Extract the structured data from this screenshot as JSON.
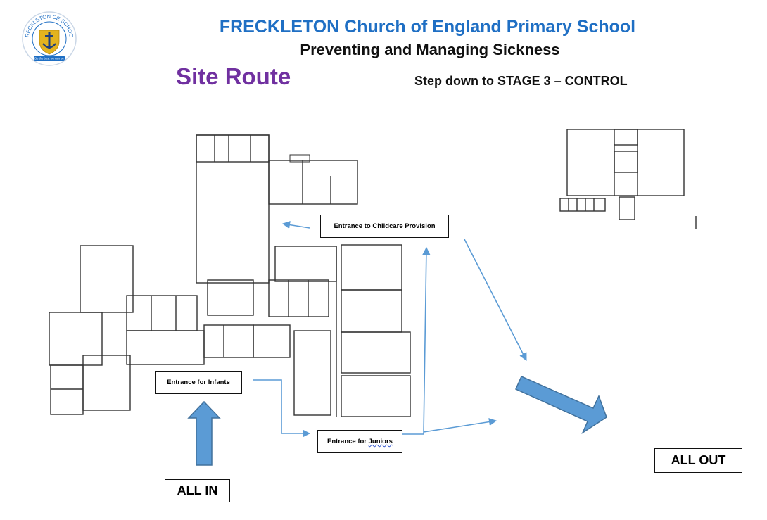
{
  "header": {
    "school_name": "FRECKLETON Church of England Primary School",
    "subtitle": "Preventing and Managing Sickness",
    "page_heading": "Site Route",
    "stage": "Step down to STAGE 3 – CONTROL"
  },
  "logo": {
    "ring_text": "FRECKLETON CE SCHOOL",
    "motto": "Be the best we can be",
    "icon": "anchor-cross-icon",
    "colors": {
      "ring": "#1f6fc4",
      "emblem": "#e3b31e"
    }
  },
  "labels": {
    "childcare": "Entrance to Childcare Provision",
    "infants": "Entrance for Infants",
    "juniors_prefix": "Entrance for ",
    "juniors_word": "Juniors",
    "all_in": "ALL IN",
    "all_out": "ALL OUT"
  },
  "colors": {
    "title_blue": "#1f6fc4",
    "heading_purple": "#7030a0",
    "route_arrow": "#5b9bd5",
    "big_arrow_fill": "#5b9bd5",
    "big_arrow_stroke": "#41719c"
  }
}
